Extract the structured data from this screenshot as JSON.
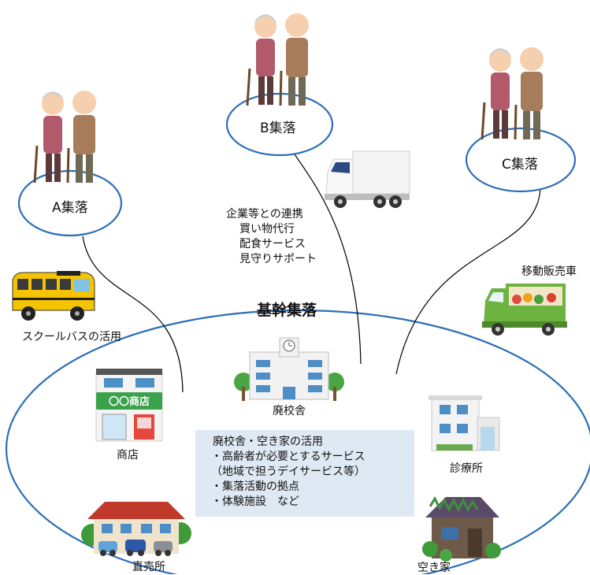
{
  "villages": {
    "a": "A集落",
    "b": "B集落",
    "c": "C集落"
  },
  "core_title": "基幹集落",
  "services": [
    "企業等との連携",
    "買い物代行",
    "配食サービス",
    "見守りサポート"
  ],
  "labels": {
    "mobile_sales": "移動販売車",
    "school_bus": "スクールバスの活用",
    "closed_school": "廃校舎",
    "store": "商店",
    "clinic": "診療所",
    "direct_sales": "直売所",
    "vacant_house": "空き家"
  },
  "info_box": {
    "title": "廃校舎・空き家の活用",
    "items": [
      "・高齢者が必要とするサービス",
      "（地域で担うデイサービス等）",
      "・集落活動の拠点",
      "・体験施設　など"
    ]
  },
  "icons": {
    "elderly": "elderly-couple-icon",
    "truck": "delivery-truck-icon",
    "bus": "school-bus-icon",
    "mobile": "mobile-sales-truck-icon",
    "school": "school-building-icon",
    "store": "store-icon",
    "clinic": "clinic-icon",
    "market": "direct-sales-market-icon",
    "house": "vacant-house-icon"
  },
  "store_sign": "〇〇商店",
  "colors": {
    "ellipse": "#2c6fb5",
    "info_bg": "#dfe9f4"
  }
}
